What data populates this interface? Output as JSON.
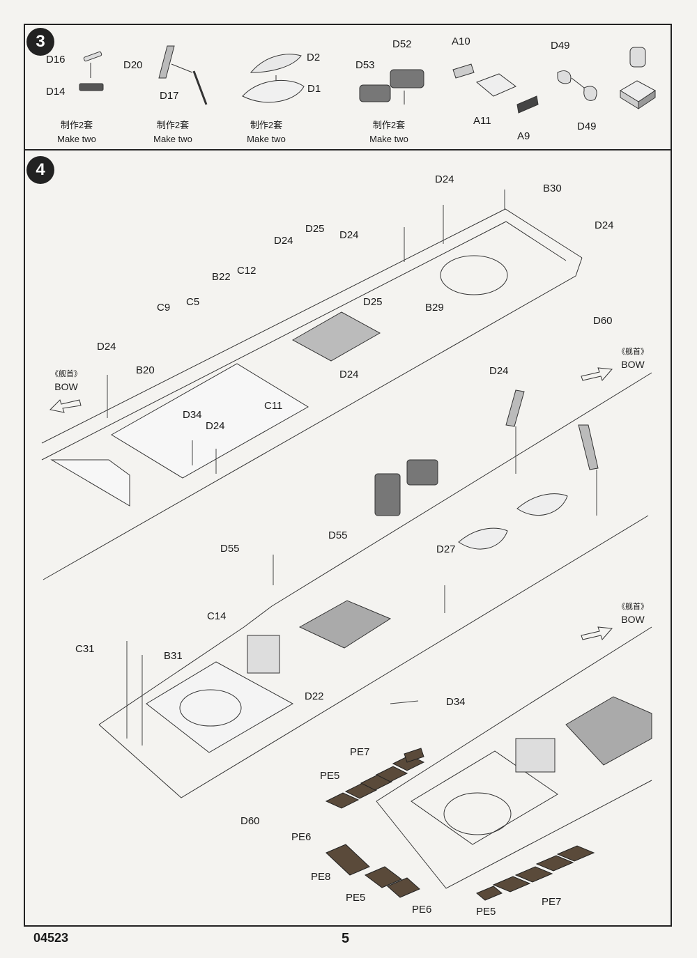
{
  "steps": {
    "s3": "3",
    "s4": "4"
  },
  "step3": {
    "labels": [
      "D16",
      "D14",
      "D20",
      "D17",
      "D2",
      "D1",
      "D52",
      "D53",
      "A10",
      "A11",
      "A9",
      "D49",
      "D49"
    ],
    "make_two_cn": "制作2套",
    "make_two_en": "Make two"
  },
  "step4": {
    "labels": [
      "D24",
      "B30",
      "D24",
      "D25",
      "D24",
      "D24",
      "B22",
      "C12",
      "D25",
      "B29",
      "C9",
      "C5",
      "D60",
      "D24",
      "B20",
      "D24",
      "D24",
      "C11",
      "D34",
      "D24",
      "D55",
      "D55",
      "D27",
      "C14",
      "C31",
      "B31",
      "D22",
      "D34",
      "D60"
    ],
    "pe_labels": [
      "PE7",
      "PE5",
      "PE6",
      "PE8",
      "PE5",
      "PE6",
      "PE5",
      "PE7"
    ],
    "bow_cn": "《舰首》",
    "bow_en": "BOW"
  },
  "footer": {
    "code": "04523",
    "page": "5"
  },
  "icons": [
    "arrow-left-icon",
    "arrow-right-icon"
  ]
}
